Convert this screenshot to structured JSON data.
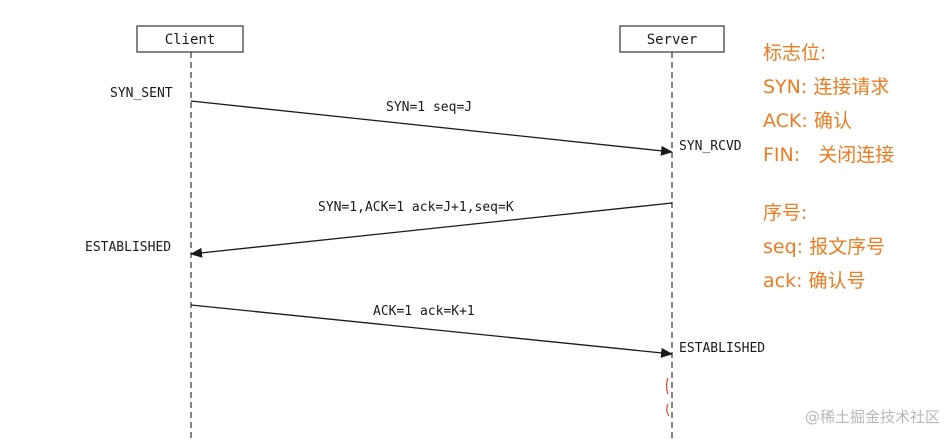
{
  "client_label": "Client",
  "server_label": "Server",
  "states": {
    "syn_sent": "SYN_SENT",
    "syn_rcvd": "SYN_RCVD",
    "client_established": "ESTABLISHED",
    "server_established": "ESTABLISHED"
  },
  "messages": {
    "m1": "SYN=1 seq=J",
    "m2": "SYN=1,ACK=1 ack=J+1,seq=K",
    "m3": "ACK=1 ack=K+1"
  },
  "legend": {
    "flags_title": "标志位:",
    "syn": "SYN: 连接请求",
    "ack": "ACK: 确认",
    "fin": "FIN:   关闭连接",
    "seq_title": "序号:",
    "seq": "seq: 报文序号",
    "ack_num": "ack: 确认号"
  },
  "watermark": "@稀土掘金技术社区",
  "colors": {
    "legend": "#ec7c21",
    "line": "#1a1a1a",
    "watermark": "#b8b8b8"
  }
}
